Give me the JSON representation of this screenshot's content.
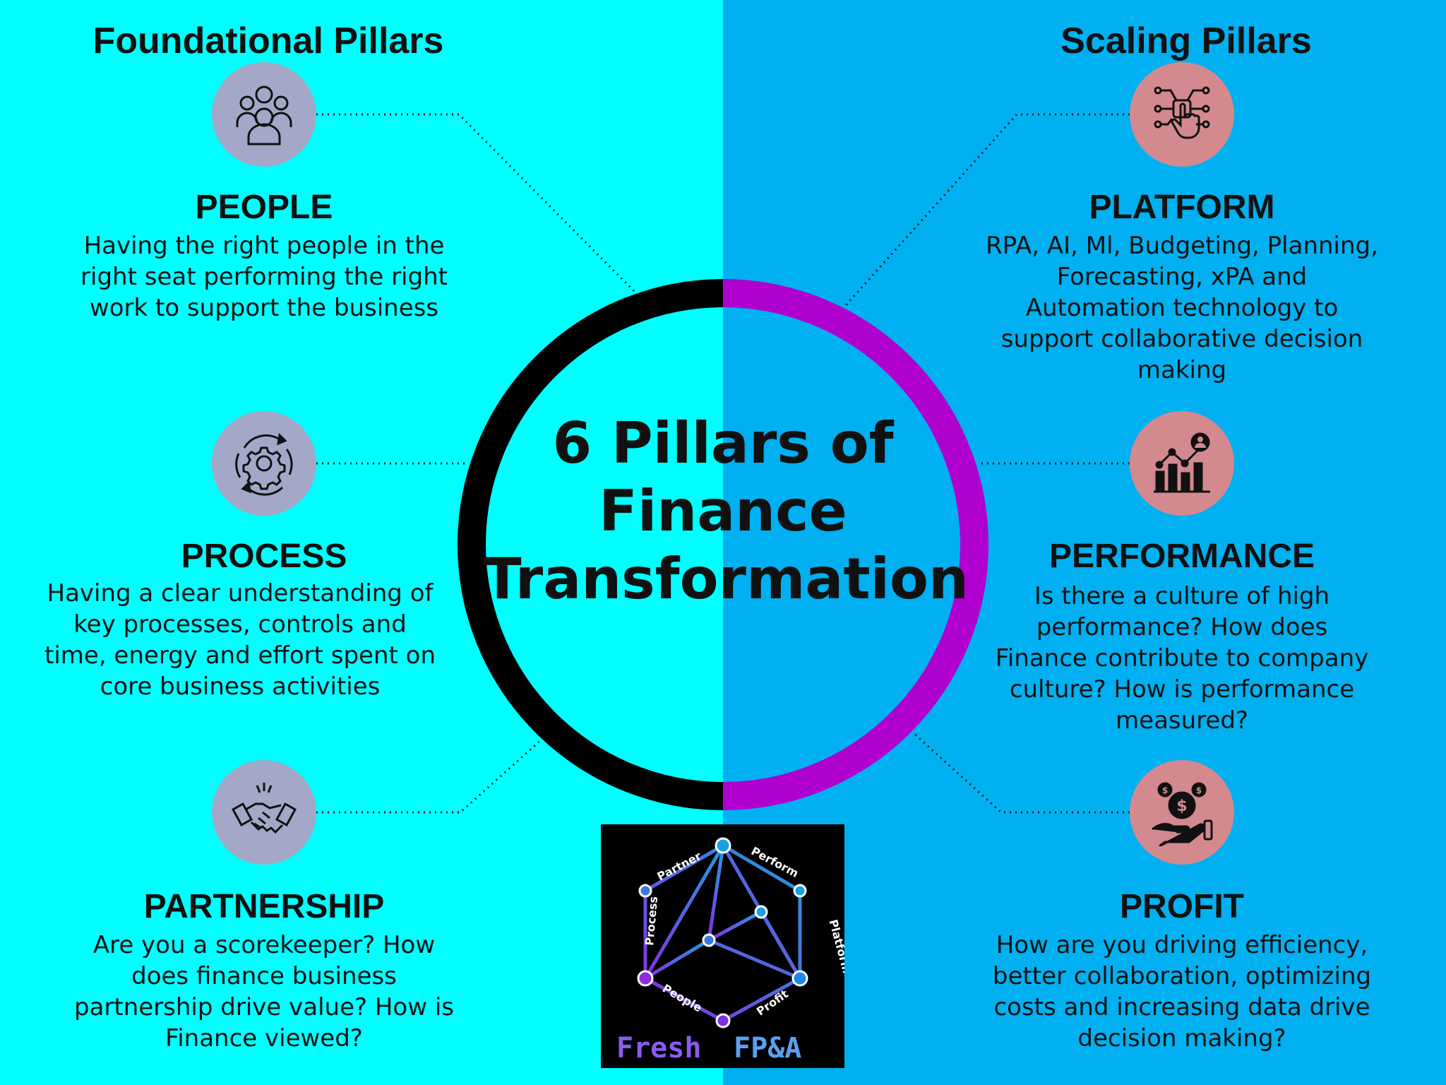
{
  "colors": {
    "left_bg": "#00FFFF",
    "right_bg": "#00B0F0",
    "ring_left": "#000000",
    "ring_right": "#B000D0",
    "foundational_icon_bg": "#A3A8C8",
    "scaling_icon_bg": "#D4898E"
  },
  "foundational": {
    "title": "Foundational Pillars",
    "pillars": [
      {
        "name": "PEOPLE",
        "icon": "people-group-icon",
        "desc": [
          "Having the right people in the",
          "right seat performing the right",
          "work to support the business"
        ]
      },
      {
        "name": "PROCESS",
        "icon": "gear-cycle-icon",
        "desc": [
          "Having a clear understanding of",
          "key processes, controls and",
          "time, energy and effort spent on",
          "core business activities"
        ]
      },
      {
        "name": "PARTNERSHIP",
        "icon": "handshake-icon",
        "desc": [
          "Are you a scorekeeper? How",
          "does finance business",
          "partnership drive value?  How is",
          "Finance viewed?"
        ]
      }
    ]
  },
  "scaling": {
    "title": "Scaling Pillars",
    "pillars": [
      {
        "name": "PLATFORM",
        "icon": "tech-touch-icon",
        "desc": [
          "RPA, AI, Ml, Budgeting, Planning,",
          "Forecasting, xPA and",
          "Automation technology to",
          "support collaborative decision",
          "making"
        ]
      },
      {
        "name": "PERFORMANCE",
        "icon": "growth-chart-icon",
        "desc": [
          "Is there a culture of high",
          "performance? How does",
          "Finance contribute to company",
          "culture? How is performance",
          "measured?"
        ]
      },
      {
        "name": "PROFIT",
        "icon": "money-hand-icon",
        "desc": [
          "How are you driving efficiency,",
          "better collaboration, optimizing",
          "costs and increasing data drive",
          "decision making?"
        ]
      }
    ]
  },
  "center": {
    "title_lines": [
      "6 Pillars of",
      "Finance",
      "Transformation"
    ]
  },
  "logo": {
    "brand_part1": "Fresh",
    "brand_part2": "FP&A",
    "labels": [
      "Partner",
      "Perform",
      "Platform",
      "Profit",
      "People",
      "Process"
    ]
  }
}
